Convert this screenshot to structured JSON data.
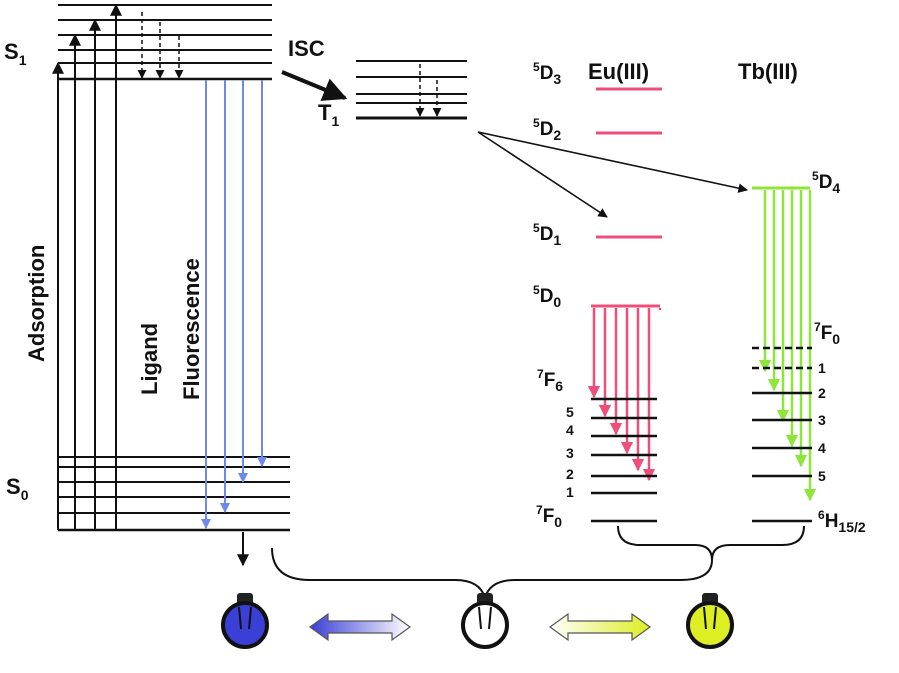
{
  "diagram": {
    "ligand": {
      "s1_label": "S",
      "s1_sub": "1",
      "s0_label": "S",
      "s0_sub": "0",
      "t1_label": "T",
      "t1_sub": "1",
      "isc_label": "ISC",
      "adsorption_label": "Adsorption",
      "fluorescence_label_1": "Ligand",
      "fluorescence_label_2": "Fluorescence"
    },
    "eu": {
      "title": "Eu(III)",
      "levels": [
        {
          "sup": "5",
          "main": "D",
          "sub": "3"
        },
        {
          "sup": "5",
          "main": "D",
          "sub": "2"
        },
        {
          "sup": "5",
          "main": "D",
          "sub": "1"
        },
        {
          "sup": "5",
          "main": "D",
          "sub": "0"
        }
      ],
      "ground_top": {
        "sup": "7",
        "main": "F",
        "sub": "6"
      },
      "ground_numbers": [
        "5",
        "4",
        "3",
        "2",
        "1"
      ],
      "ground_bottom": {
        "sup": "7",
        "main": "F",
        "sub": "0"
      }
    },
    "tb": {
      "title": "Tb(III)",
      "excited": {
        "sup": "5",
        "main": "D",
        "sub": "4"
      },
      "ground_top": {
        "sup": "7",
        "main": "F",
        "sub": "0"
      },
      "ground_numbers": [
        "1",
        "2",
        "3",
        "4",
        "5"
      ],
      "ground_bottom": {
        "sup": "6",
        "main": "H",
        "sub": "15/2"
      }
    },
    "colors": {
      "line": "#111111",
      "fluorescence": "#6f88ee",
      "eu": "#ee4f7a",
      "tb": "#8ee63a",
      "bulb_blue": "#3a3fd6",
      "bulb_white": "#ffffff",
      "bulb_yellow": "#ddee22"
    },
    "icons": [
      "blue-bulb-icon",
      "double-arrow-blue-icon",
      "white-bulb-icon",
      "double-arrow-yellow-icon",
      "yellow-bulb-icon"
    ]
  }
}
